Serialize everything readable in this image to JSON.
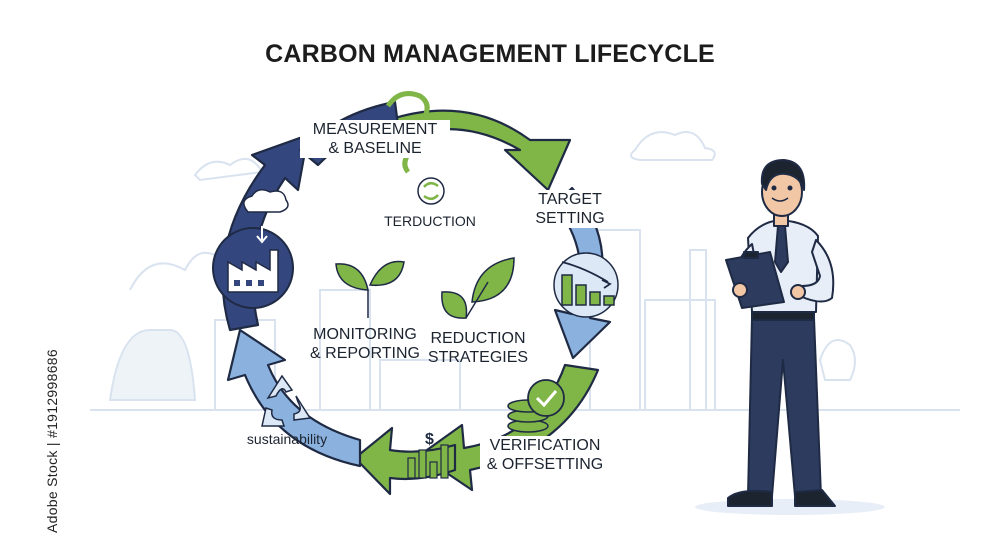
{
  "title": "CARBON MANAGEMENT LIFECYCLE",
  "stages": {
    "measurement": [
      "MEASUREMENT",
      "& BASELINE"
    ],
    "target": [
      "TARGET",
      "SETTING"
    ],
    "verification": [
      "VERIFICATION",
      "& OFFSETTING"
    ],
    "reduction": [
      "REDUCTION",
      "STRATEGIES"
    ],
    "monitoring": [
      "MONITORING",
      "& REPORTING"
    ]
  },
  "inner_label": "TERDUCTION",
  "sustainability_label": "sustainability",
  "watermark_credit": "Adobe Stock | #1912998686",
  "colors": {
    "navy": "#34467e",
    "green": "#80b548",
    "light_blue": "#8bb2de",
    "outline": "#1f2a44"
  },
  "icons": [
    "factory-icon",
    "leaf-chart-icon",
    "recycle-icon",
    "coins-check-icon",
    "bar-chart-dollar-icon",
    "sprout-icon",
    "leaves-icon"
  ]
}
